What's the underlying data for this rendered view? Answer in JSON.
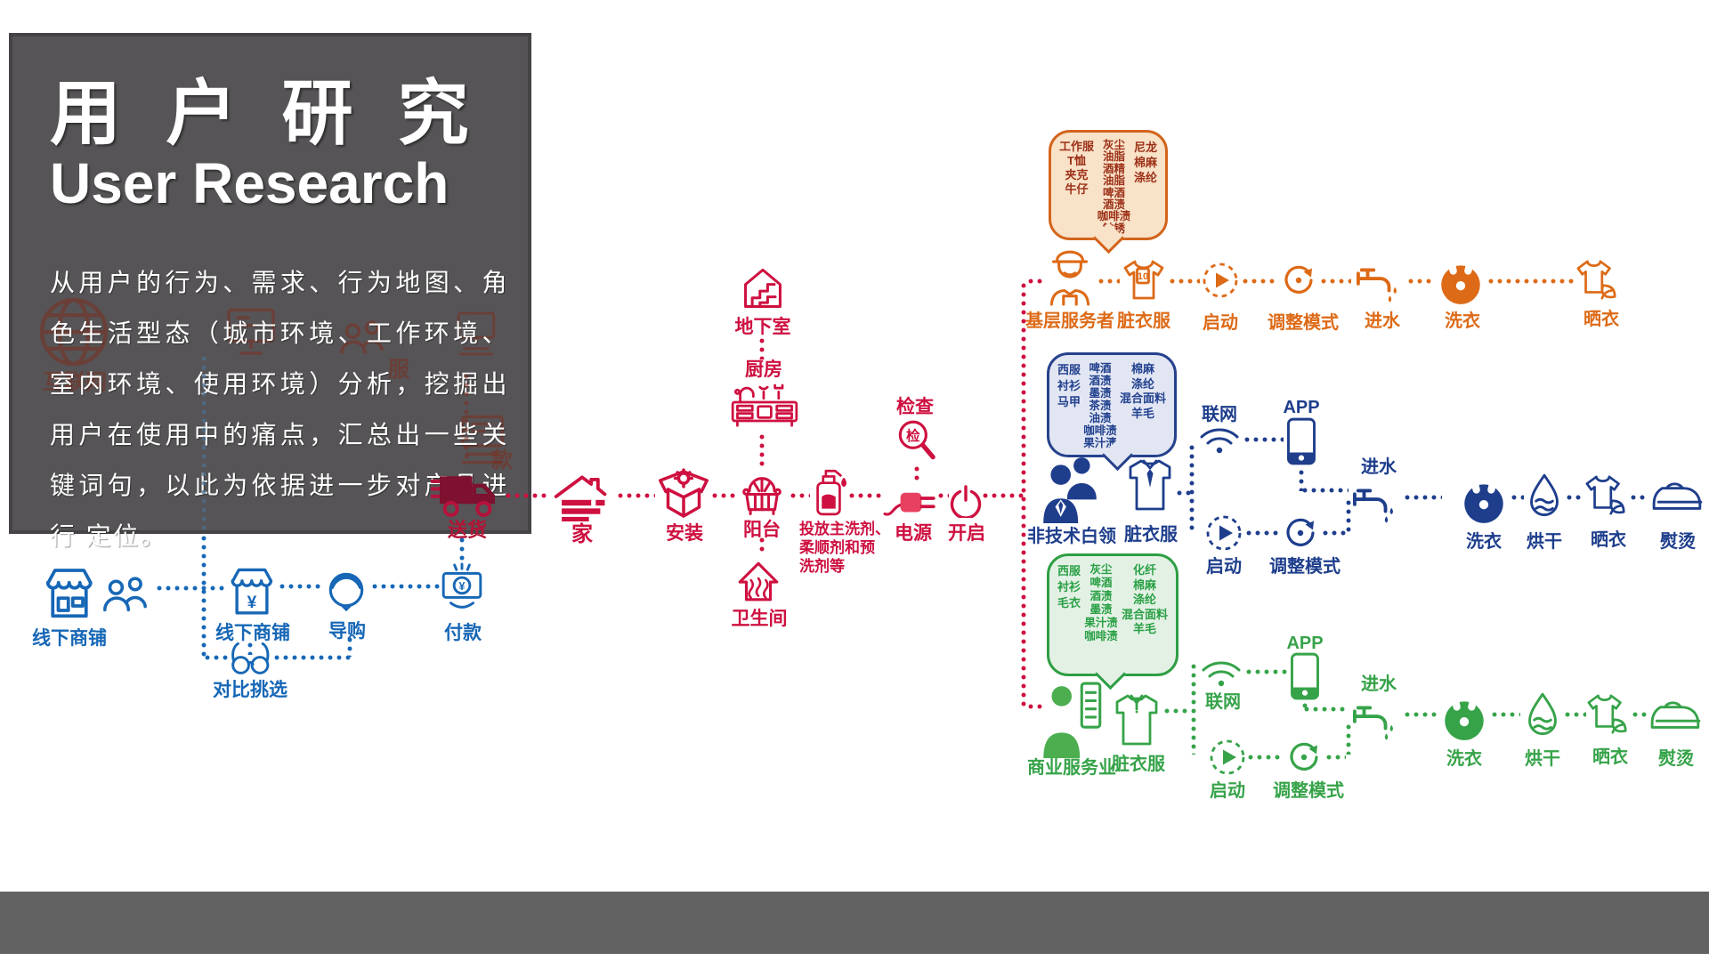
{
  "colors": {
    "red": "#ce1040",
    "blue": "#1767b6",
    "navy": "#1e3e8c",
    "orange": "#dd6a17",
    "green": "#36a349",
    "panel_gray": "#565456",
    "band_gray": "#626262",
    "bubble_orange_bg": "#f8e2c8",
    "bubble_blue_bg": "#e2e6f3",
    "bubble_green_bg": "#e3f1e5"
  },
  "glyphs": {
    "yuan": "¥",
    "tag_count": "10",
    "inspect": "检",
    "watermark_fu": "服",
    "watermark_kuan": "款"
  },
  "title_box": {
    "title": "用 户 研 究",
    "subtitle": "User Research",
    "paragraph": "从用户的行为、需求、行为地图、角色生活型态（城市环境、工作环境、室内环境、使用环境）分析，挖掘出用户在使用中的痛点，汇总出一些关键词句，以此为依据进一步对产品进行 定位。",
    "watermark_internet": "互联网"
  },
  "purchase_flow": {
    "offline_store": "线下商铺",
    "offline_store_2": "线下商铺",
    "guide": "导购",
    "compare": "对比挑选",
    "pay": "付款"
  },
  "install_flow": {
    "delivery": "送货",
    "home": "家",
    "install": "安装",
    "balcony": "阳台",
    "kitchen": "厨房",
    "basement": "地下室",
    "bathroom": "卫生间",
    "detergent_line1": "投放主洗剂、",
    "detergent_line2": "柔顺剂和预",
    "detergent_line3": "洗剂等",
    "inspect": "检查",
    "power": "电源",
    "switch_on": "开启"
  },
  "personas": {
    "worker": {
      "name": "基层服务者",
      "dirty": "脏衣服",
      "start": "启动",
      "adjust": "调整模式",
      "water": "进水",
      "wash": "洗衣",
      "sun_dry": "晒衣",
      "bubble": {
        "garments": [
          "工作服",
          "T恤",
          "夹克",
          "牛仔"
        ],
        "stains": [
          "灰尘",
          "油脂",
          "酒精",
          "油脂",
          "啤酒",
          "酒渍",
          "咖啡渍",
          "铁锈"
        ],
        "materials": [
          "尼龙",
          "棉麻",
          "涤纶"
        ]
      }
    },
    "white_collar": {
      "name": "非技术白领",
      "dirty": "脏衣服",
      "network": "联网",
      "app": "APP",
      "start": "启动",
      "adjust": "调整模式",
      "water": "进水",
      "wash": "洗衣",
      "dry": "烘干",
      "sun_dry": "晒衣",
      "iron": "熨烫",
      "bubble": {
        "garments": [
          "西服",
          "衬衫",
          "马甲"
        ],
        "stains": [
          "啤酒",
          "酒渍",
          "墨渍",
          "茶渍",
          "油渍",
          "咖啡渍",
          "果汁渍"
        ],
        "materials": [
          "棉麻",
          "涤纶",
          "混合面料",
          "羊毛"
        ]
      }
    },
    "business": {
      "name": "商业服务业",
      "dirty": "脏衣服",
      "network": "联网",
      "app": "APP",
      "start": "启动",
      "adjust": "调整模式",
      "water": "进水",
      "wash": "洗衣",
      "dry": "烘干",
      "sun_dry": "晒衣",
      "iron": "熨烫",
      "bubble": {
        "garments": [
          "西服",
          "衬衫",
          "毛衣"
        ],
        "stains": [
          "灰尘",
          "啤酒",
          "酒渍",
          "墨渍",
          "果汁渍",
          "咖啡渍"
        ],
        "materials": [
          "化纤",
          "棉麻",
          "涤纶",
          "混合面料",
          "羊毛"
        ]
      }
    }
  }
}
